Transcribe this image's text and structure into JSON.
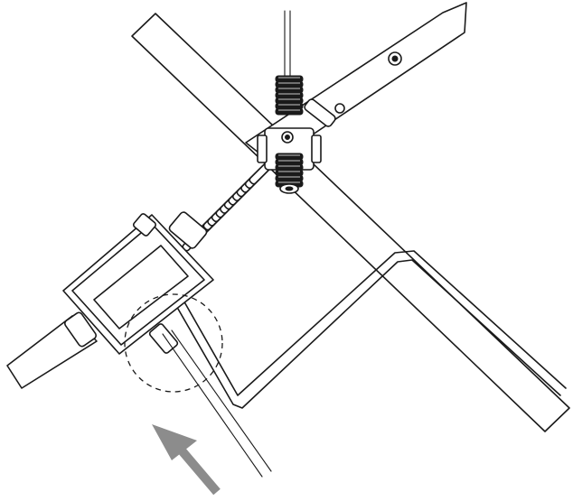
{
  "figure": {
    "components": [
      "mounting-arm-long",
      "mounting-arm-short",
      "threaded-clamp-assembly",
      "spring-coil",
      "connector-housing",
      "cable-loop",
      "detail-circle",
      "insertion-arrow"
    ],
    "colors": {
      "line": "#1a1a1a",
      "fill": "#ffffff",
      "arrow": "#8c8c8c"
    }
  }
}
